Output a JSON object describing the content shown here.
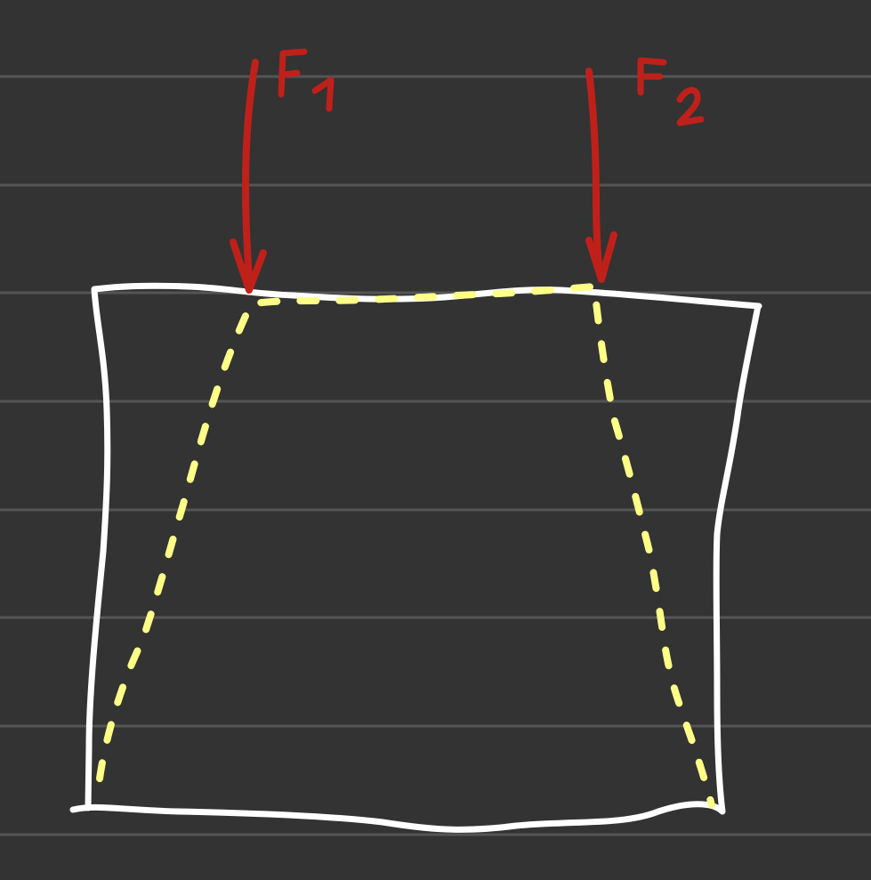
{
  "diagram": {
    "background_color": "#333333",
    "ruled_line_color": "#555555",
    "outline_color": "#ffffff",
    "deformed_shape_color": "#ffff88",
    "force_color": "#c0201a",
    "ruled_line_count": 8,
    "forces": [
      {
        "label": "F1",
        "direction": "down"
      },
      {
        "label": "F2",
        "direction": "down"
      }
    ]
  }
}
